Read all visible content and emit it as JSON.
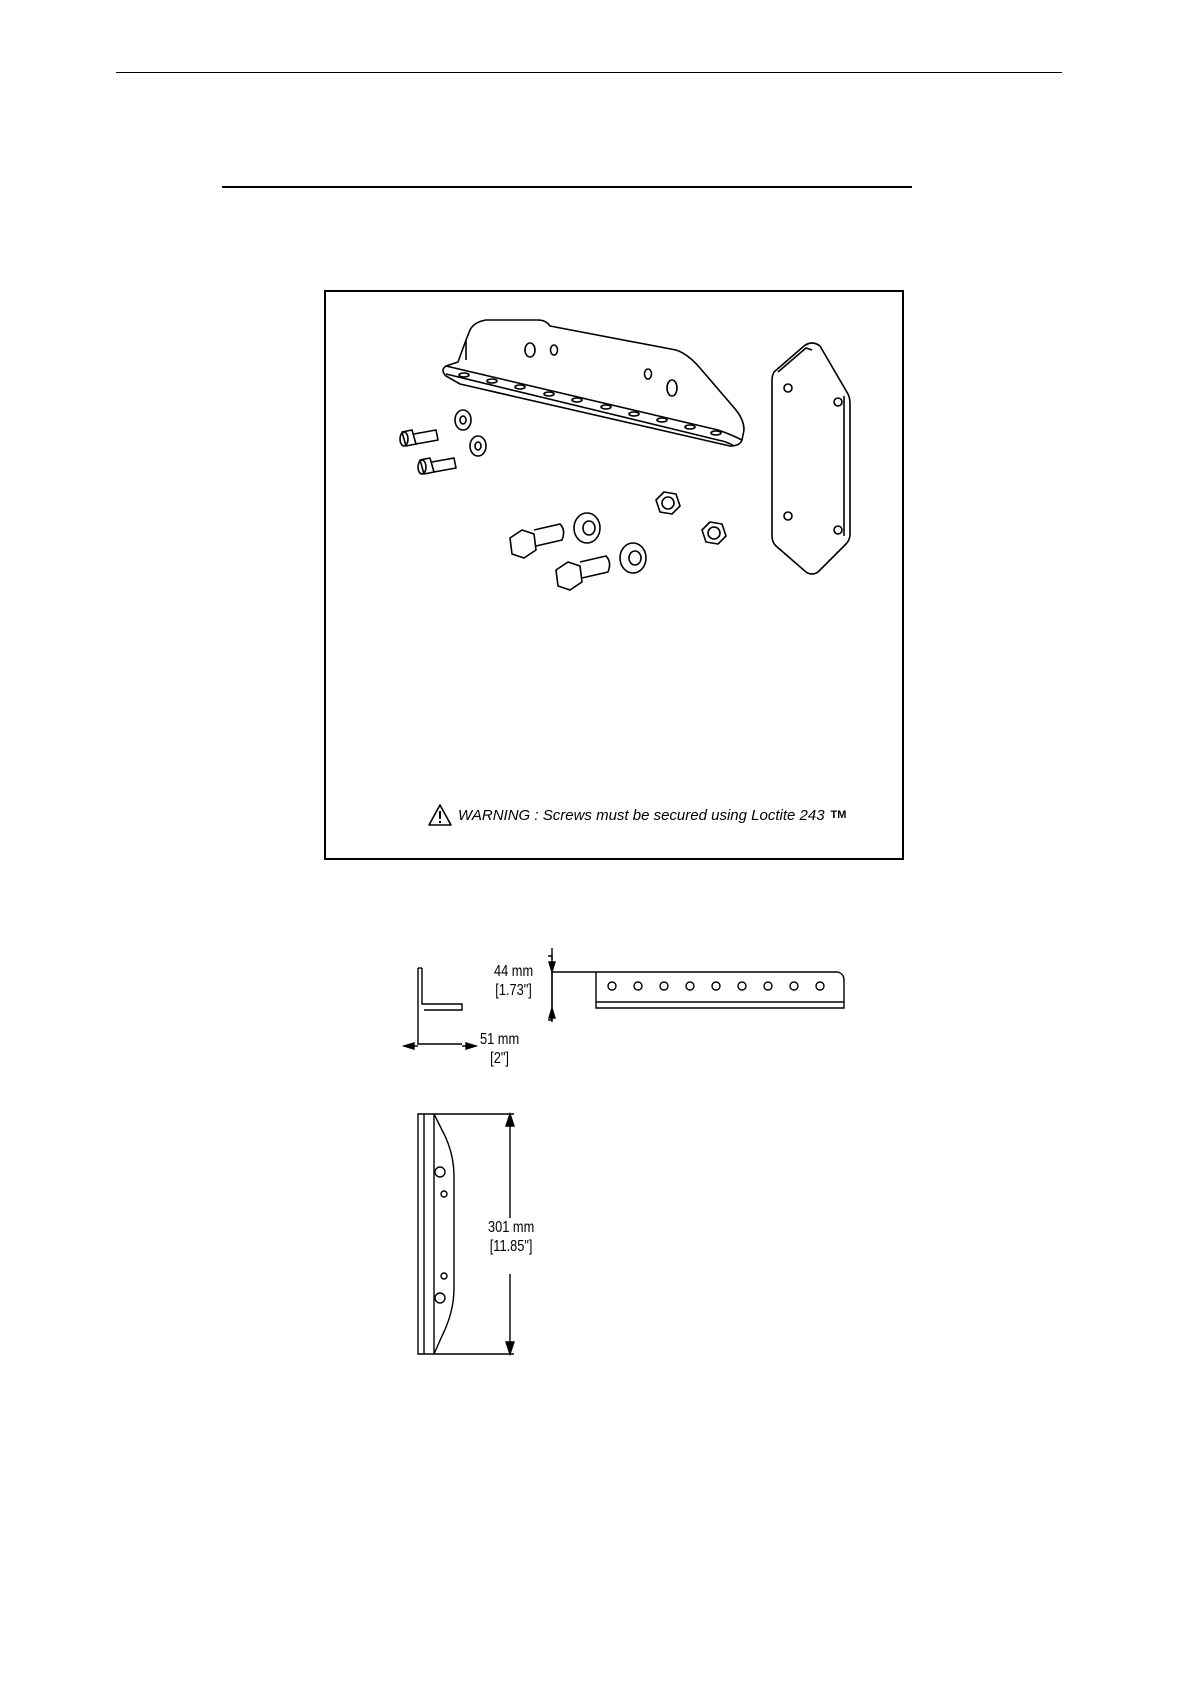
{
  "warning": {
    "text": "WARNING : Screws must be secured using Loctite 243",
    "trademark": "TM",
    "icon": "warning-triangle-icon"
  },
  "dimensions": {
    "height_mm": "44 mm",
    "height_in": "[1.73\"]",
    "depth_mm": "51 mm",
    "depth_in": "[2\"]",
    "length_mm": "301 mm",
    "length_in": "[11.85\"]"
  }
}
